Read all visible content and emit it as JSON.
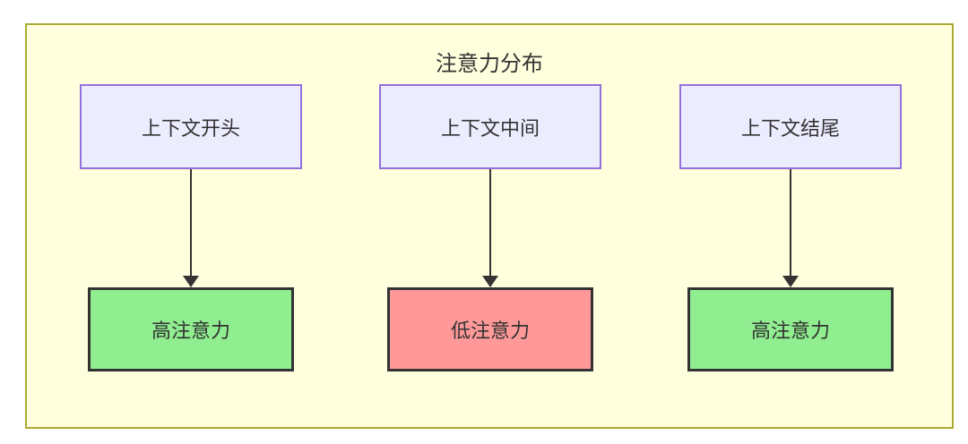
{
  "diagram": {
    "title": "注意力分布",
    "columns": [
      {
        "source": "上下文开头",
        "target": "高注意力",
        "level": "high"
      },
      {
        "source": "上下文中间",
        "target": "低注意力",
        "level": "low"
      },
      {
        "source": "上下文结尾",
        "target": "高注意力",
        "level": "high"
      }
    ],
    "colors": {
      "cluster_fill": "#ffffde",
      "cluster_border": "#aaaa33",
      "context_fill": "#ececff",
      "context_border": "#9370db",
      "high_fill": "#90ee90",
      "low_fill": "#ff9999",
      "result_border": "#333333",
      "arrow": "#333333",
      "text": "#333333"
    }
  }
}
